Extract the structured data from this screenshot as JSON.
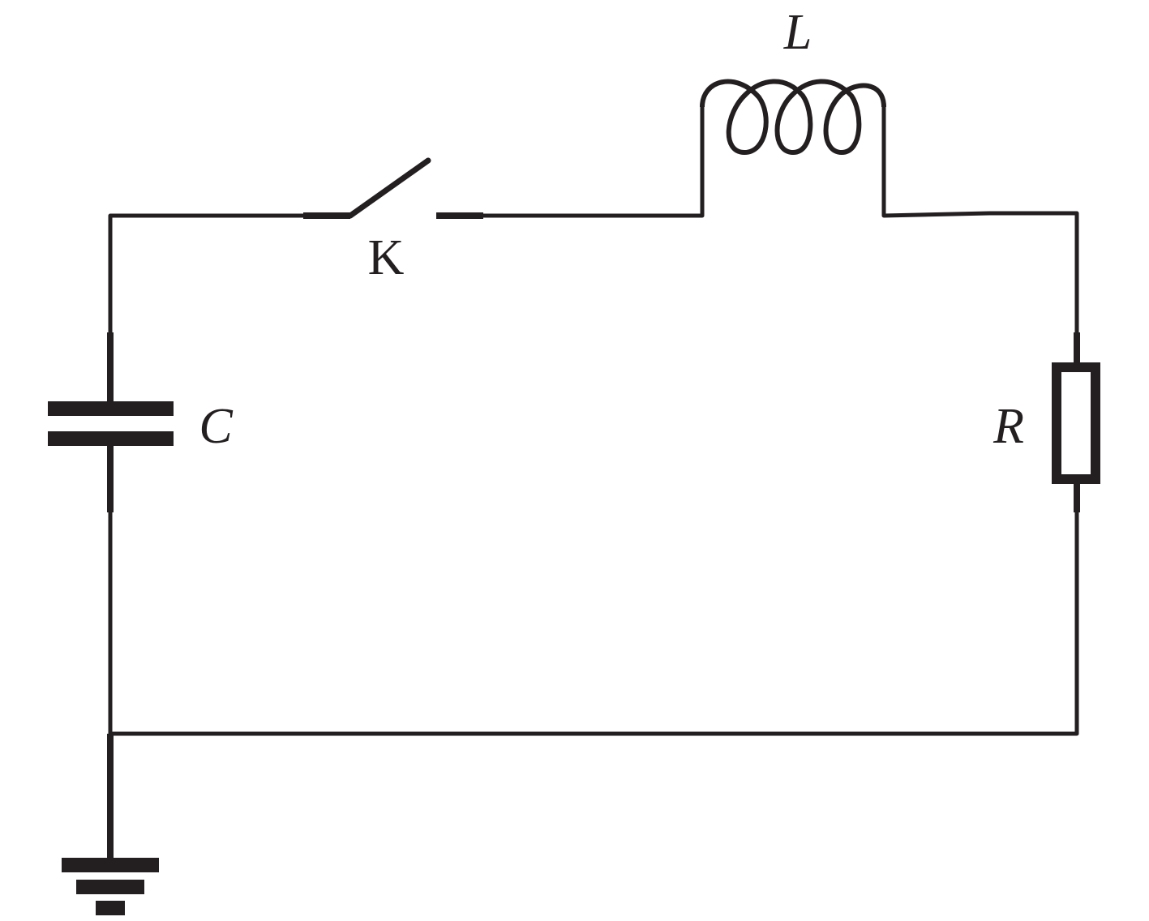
{
  "labels": {
    "switch": "K",
    "inductor": "L",
    "capacitor": "C",
    "resistor": "R"
  },
  "colors": {
    "ink": "#231f20",
    "background": "#ffffff"
  }
}
